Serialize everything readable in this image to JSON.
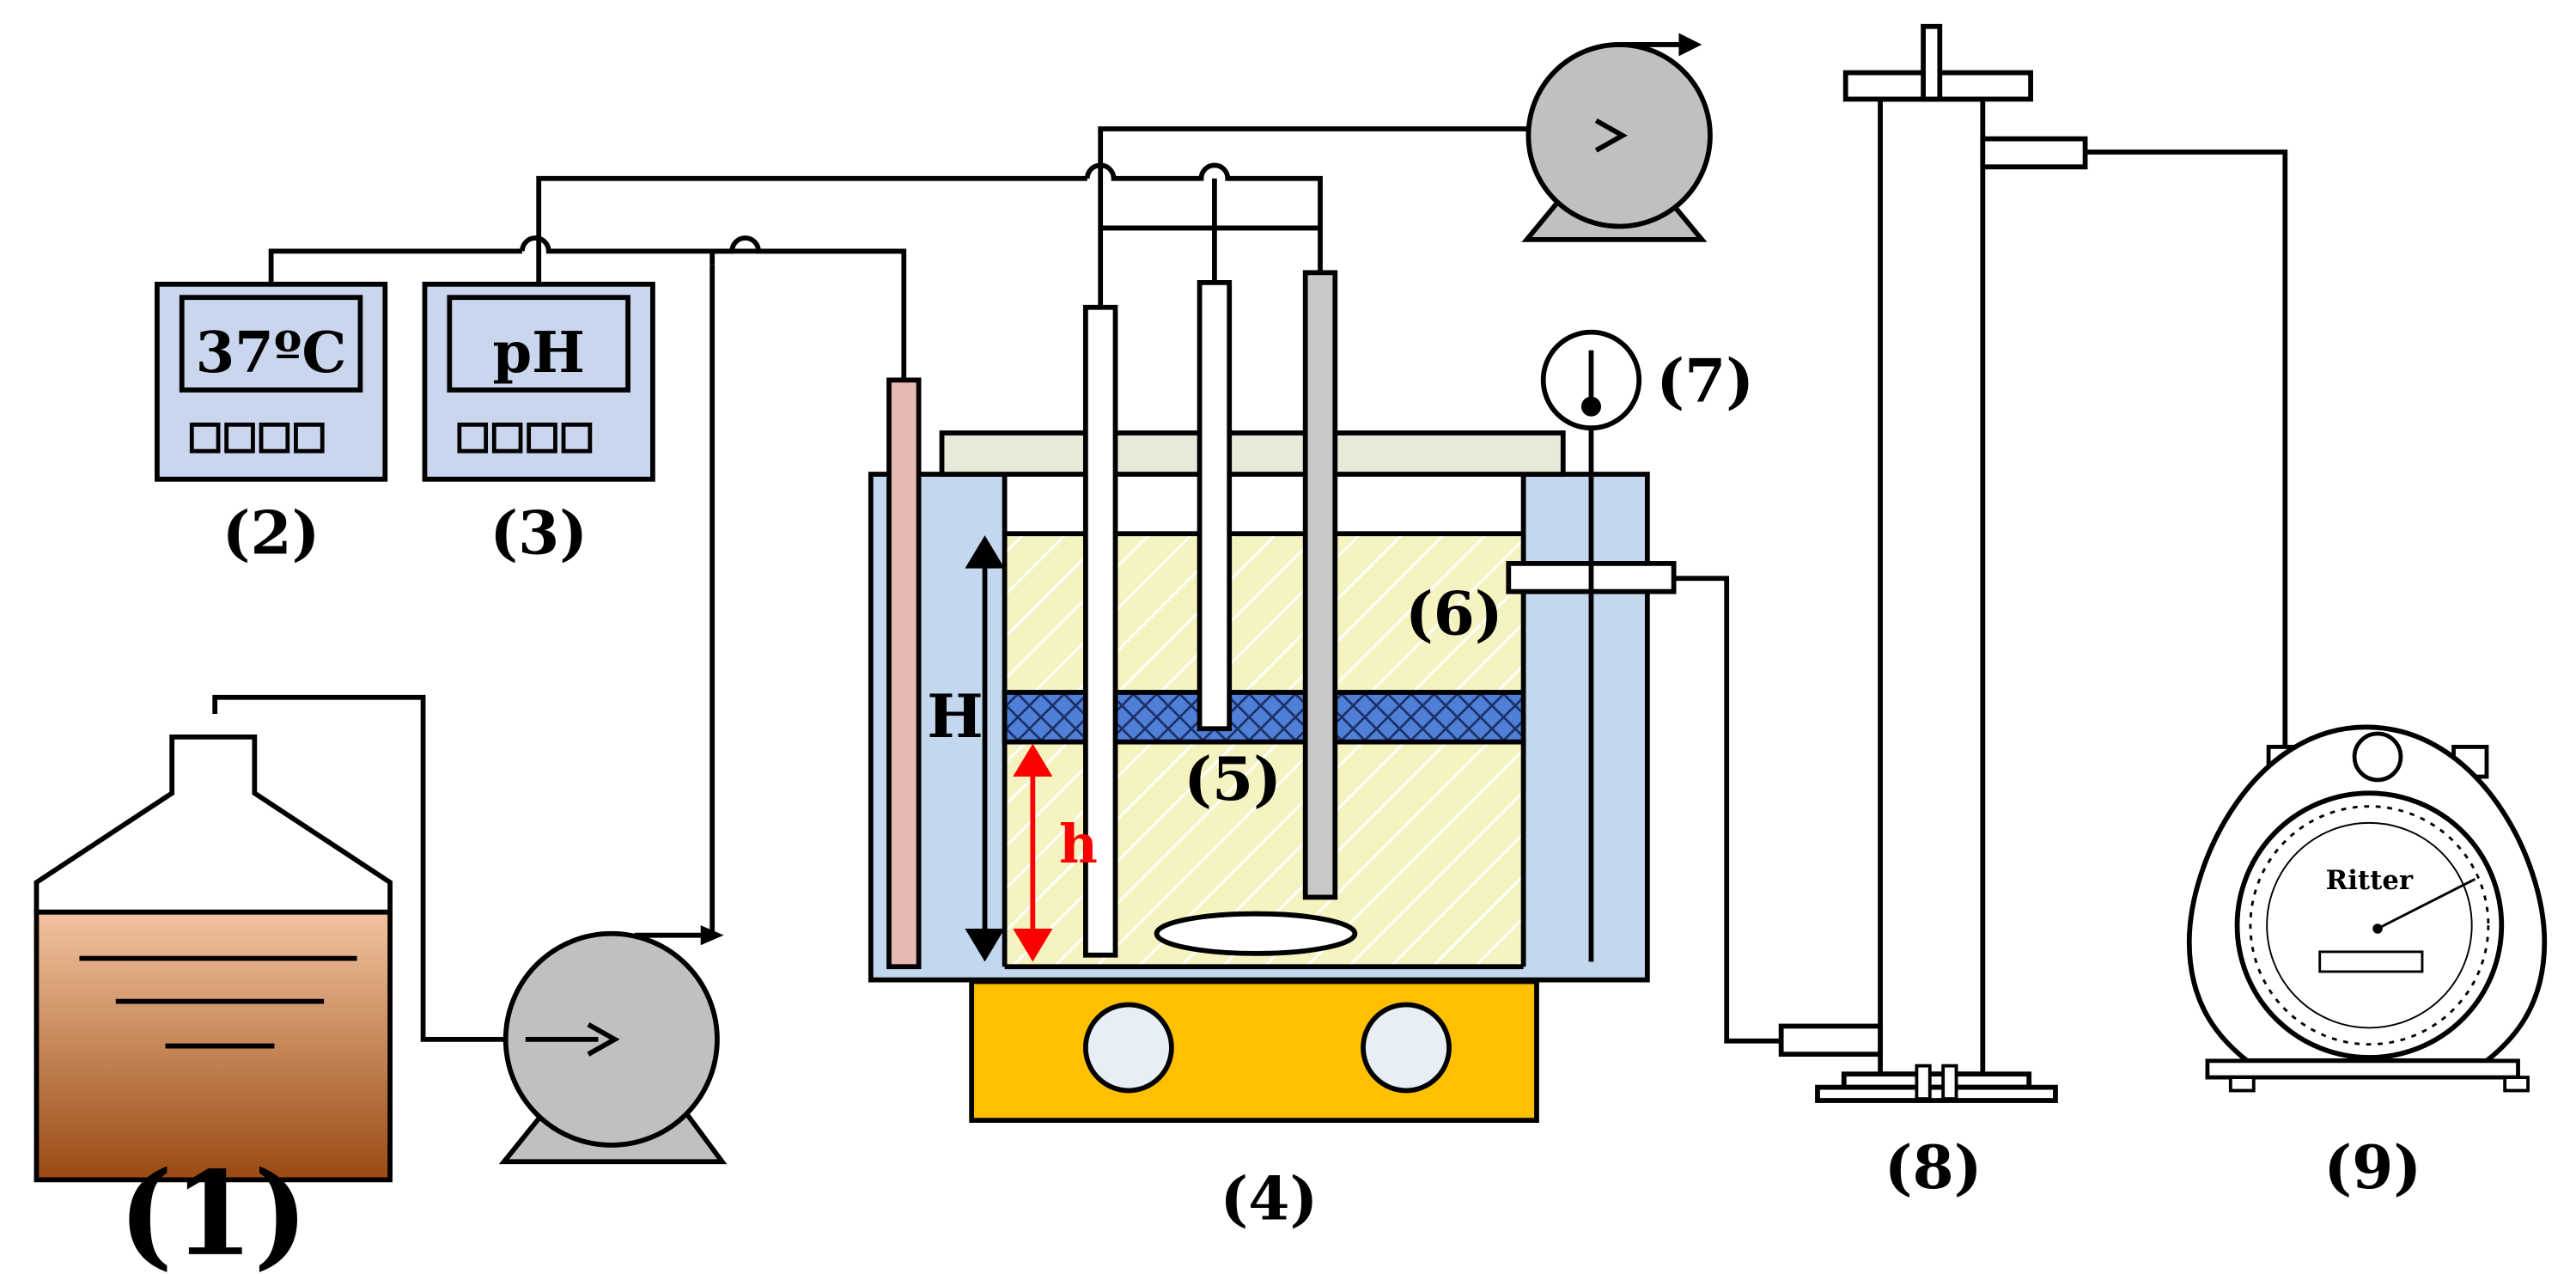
{
  "labels": {
    "feed_tank": "(1)",
    "temp_controller": "(2)",
    "ph_controller": "(3)",
    "reactor": "(4)",
    "bed_layer": "(5)",
    "packing_zone": "(6)",
    "gauge": "(7)",
    "column": "(8)",
    "gas_meter": "(9)"
  },
  "displays": {
    "temperature": "37ºC",
    "ph": "pH"
  },
  "dimensions": {
    "total_height": "H",
    "lower_height": "h"
  },
  "meter_brand": "Ritter",
  "colors": {
    "controller_panel": "#c9d6ee",
    "jacket": "#c3d7ee",
    "packing": "#f5f3bf",
    "bed": "#4f7fd6",
    "base": "#ffc000",
    "pump": "#c0c0c0",
    "liquid_top": "#f2c4a0",
    "liquid_bottom": "#9a4a12",
    "probe": "#e7b9b4",
    "red_arrow": "#ff0000"
  },
  "icons": [
    "pump-icon",
    "thermometer-gauge-icon",
    "stirrer-icon",
    "gas-meter-icon"
  ]
}
